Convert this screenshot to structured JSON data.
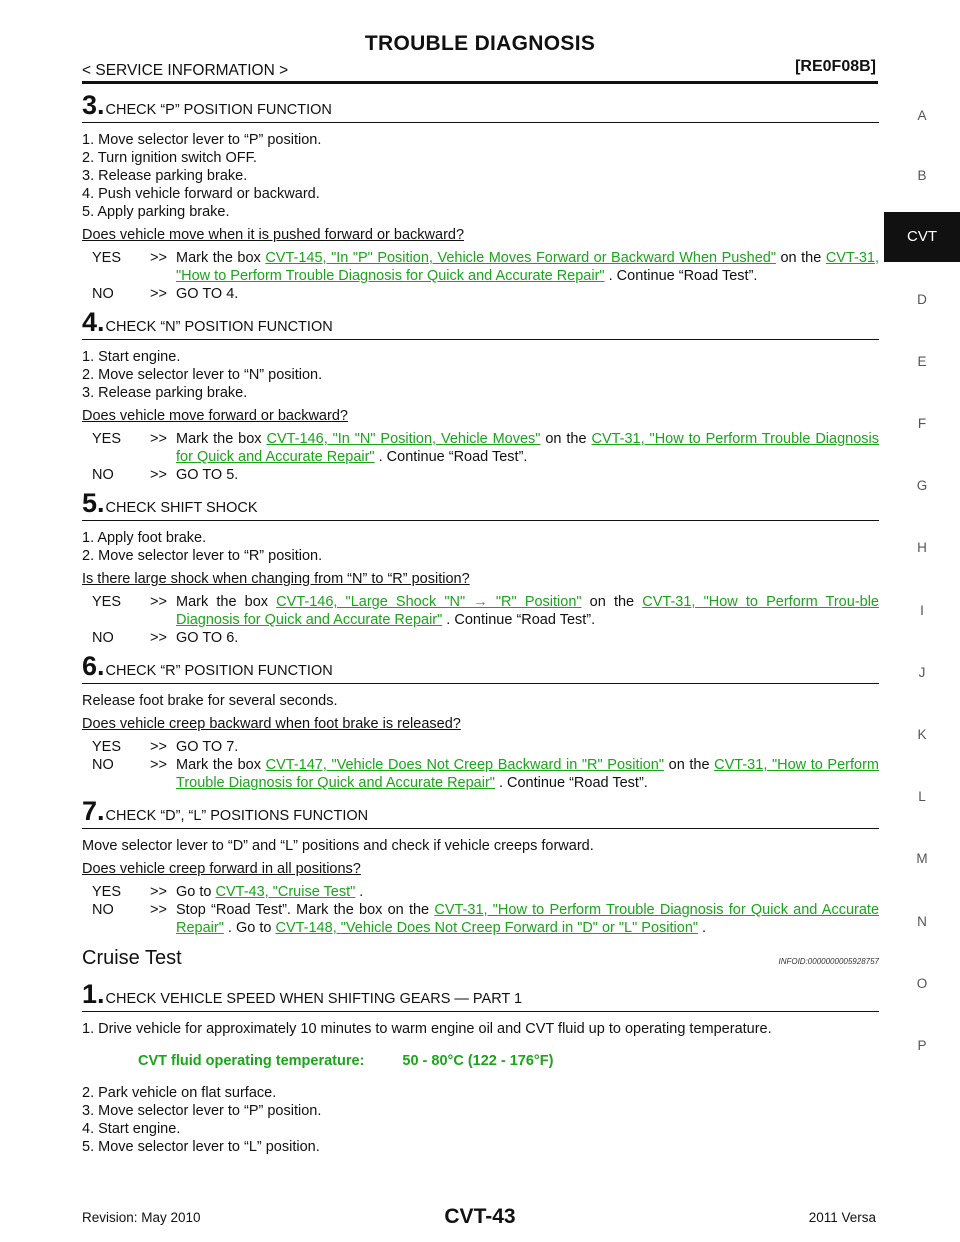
{
  "header": {
    "title": "TROUBLE DIAGNOSIS",
    "left": "< SERVICE INFORMATION >",
    "right": "[RE0F08B]"
  },
  "side_tabs": [
    "A",
    "B",
    "CVT",
    "D",
    "E",
    "F",
    "G",
    "H",
    "I",
    "J",
    "K",
    "L",
    "M",
    "N",
    "O",
    "P"
  ],
  "steps": [
    {
      "num": "3.",
      "title": "CHECK “P” POSITION FUNCTION",
      "instructions": [
        "1. Move selector lever to “P” position.",
        "2. Turn ignition switch OFF.",
        "3. Release parking brake.",
        "4. Push vehicle forward or backward.",
        "5. Apply parking brake."
      ],
      "question": "Does vehicle move when it is pushed forward or backward?",
      "yes": {
        "pre": "Mark the box ",
        "link1": "CVT-145, \"In \"P\" Position, Vehicle Moves Forward or Backward When Pushed\"",
        "mid": " on the ",
        "link2": "CVT-31, \"How to Perform Trouble Diagnosis for Quick and Accurate Repair\"",
        "post": " . Continue “Road Test”."
      },
      "no": "GO TO 4."
    },
    {
      "num": "4.",
      "title": "CHECK “N” POSITION FUNCTION",
      "instructions": [
        "1. Start engine.",
        "2. Move selector lever to “N” position.",
        "3. Release parking brake."
      ],
      "question": "Does vehicle move forward or backward?",
      "yes": {
        "pre": "Mark the box ",
        "link1": "CVT-146, \"In \"N\" Position, Vehicle Moves\"",
        "mid": " on the ",
        "link2": "CVT-31, \"How to Perform Trouble Diagnosis for Quick and Accurate Repair\"",
        "post": " . Continue “Road Test”."
      },
      "no": "GO TO 5."
    },
    {
      "num": "5.",
      "title": "CHECK SHIFT SHOCK",
      "instructions": [
        "1. Apply foot brake.",
        "2. Move selector lever to “R” position."
      ],
      "question": "Is there large shock when changing from “N” to “R” position?",
      "yes": {
        "pre": "Mark the box ",
        "link1": "CVT-146, \"Large Shock \"N\" → \"R\" Position\"",
        "mid": " on the ",
        "link2": "CVT-31, \"How to Perform Trou-ble Diagnosis for Quick and Accurate Repair\"",
        "post": " . Continue “Road Test”."
      },
      "no": "GO TO 6."
    },
    {
      "num": "6.",
      "title": "CHECK “R” POSITION FUNCTION",
      "instructions": [
        "Release foot brake for several seconds."
      ],
      "question": "Does vehicle creep backward when foot brake is released?",
      "yes_text": "GO TO 7.",
      "no_obj": {
        "pre": "Mark the box ",
        "link1": "CVT-147, \"Vehicle Does Not Creep Backward in \"R\" Position\"",
        "mid": " on the ",
        "link2": "CVT-31, \"How to Perform Trouble Diagnosis for Quick and Accurate Repair\"",
        "post": " . Continue “Road Test”."
      }
    },
    {
      "num": "7.",
      "title": "CHECK “D”, “L” POSITIONS FUNCTION",
      "instructions": [
        "Move selector lever to “D” and “L” positions and check if vehicle creeps forward."
      ],
      "question": "Does vehicle creep forward in all positions?",
      "yes_obj": {
        "pre": "Go to ",
        "link1": "CVT-43, \"Cruise Test\"",
        "post": " ."
      },
      "no_obj": {
        "pre": "Stop “Road Test”. Mark the box on the ",
        "link1": "CVT-31, \"How to Perform Trouble Diagnosis for Quick and Accurate Repair\"",
        "mid": " . Go to ",
        "link2": "CVT-148, \"Vehicle Does Not Creep Forward in \"D\" or \"L\" Position\"",
        "post": " ."
      }
    }
  ],
  "cruise": {
    "title": "Cruise Test",
    "infoid": "INFOID:0000000005928757",
    "step_num": "1.",
    "step_title": "CHECK VEHICLE SPEED WHEN SHIFTING GEARS — PART 1",
    "instr1": "1. Drive vehicle for approximately 10 minutes to warm engine oil and CVT fluid up to operating temperature.",
    "spec_label": "CVT fluid operating temperature:",
    "spec_value": "50 - 80°C (122 - 176°F)",
    "instr_rest": [
      "2. Park vehicle on flat surface.",
      "3. Move selector lever to “P” position.",
      "4. Start engine.",
      "5. Move selector lever to “L” position."
    ]
  },
  "labels": {
    "yes": "YES",
    "no": "NO",
    "arrow": ">>"
  },
  "footer": {
    "left": "Revision: May 2010",
    "center": "CVT-43",
    "right": "2011 Versa"
  }
}
